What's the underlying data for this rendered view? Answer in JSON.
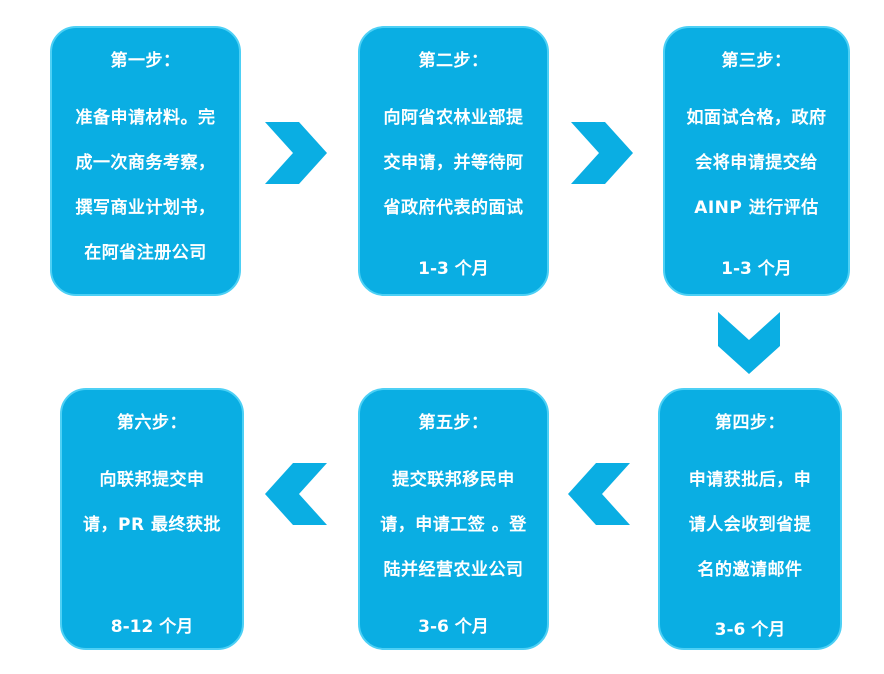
{
  "colors": {
    "box_fill": "#0aaee3",
    "box_border": "#4dd0f5",
    "arrow": "#0aaee3",
    "text": "#ffffff"
  },
  "steps": [
    {
      "title": "第一步：",
      "lines": [
        "准备申请材料。完",
        "成一次商务考察，",
        "撰写商业计划书，",
        "在阿省注册公司"
      ],
      "duration": ""
    },
    {
      "title": "第二步：",
      "lines": [
        "向阿省农林业部提",
        "交申请，并等待阿",
        "省政府代表的面试"
      ],
      "duration": "1-3 个月"
    },
    {
      "title": "第三步：",
      "lines": [
        "如面试合格，政府",
        "会将申请提交给",
        "AINP 进行评估"
      ],
      "duration": "1-3 个月"
    },
    {
      "title": "第四步：",
      "lines": [
        "申请获批后，申",
        "请人会收到省提",
        "名的邀请邮件"
      ],
      "duration": "3-6 个月"
    },
    {
      "title": "第五步：",
      "lines": [
        "提交联邦移民申",
        "请，申请工签 。登",
        "陆并经营农业公司"
      ],
      "duration": "3-6 个月"
    },
    {
      "title": "第六步：",
      "lines": [
        "向联邦提交申",
        "请，PR 最终获批"
      ],
      "duration": "8-12 个月"
    }
  ]
}
